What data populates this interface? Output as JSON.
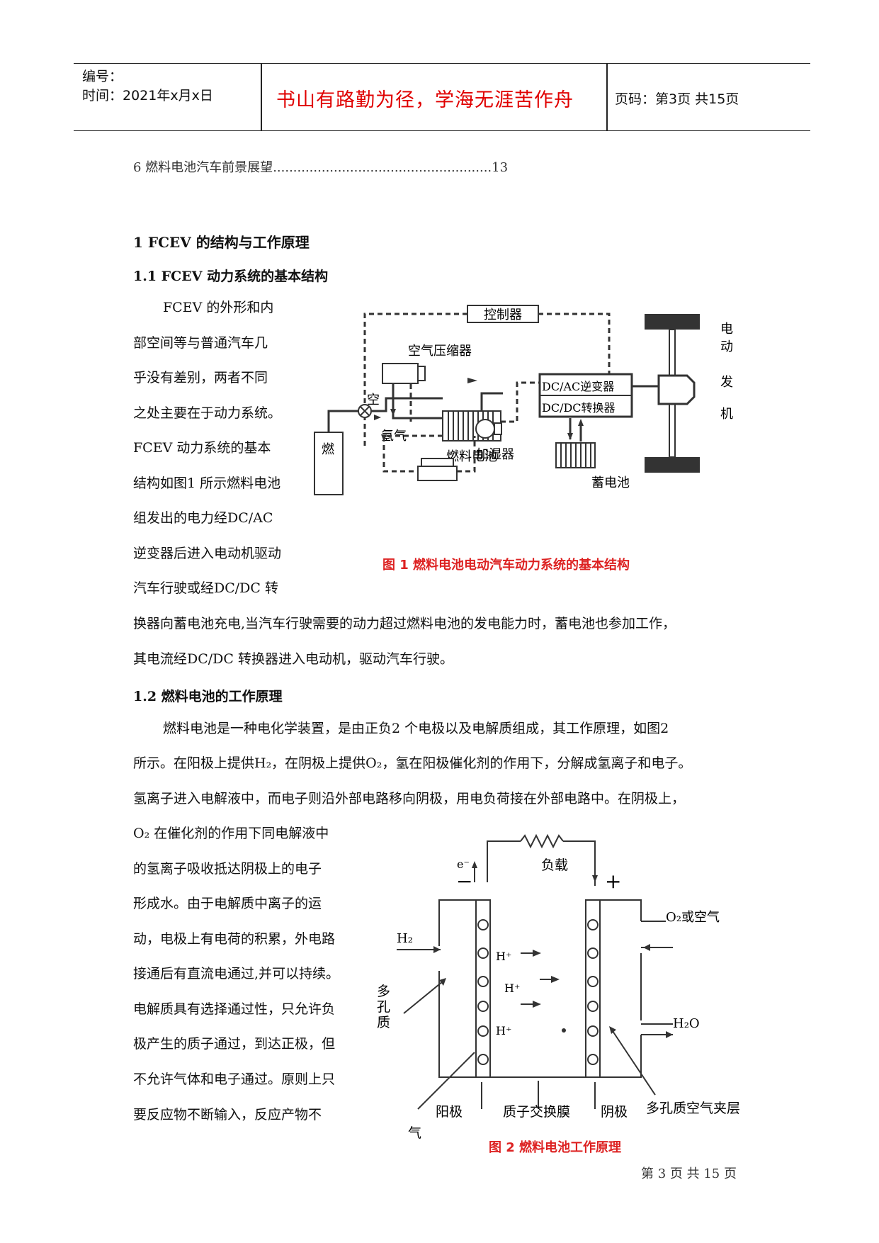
{
  "header": {
    "serial_label": "编号：",
    "time_label": "时间：2021年x月x日",
    "motto": "书山有路勤为径，学海无涯苦作舟",
    "page_label": "页码：第3页  共15页"
  },
  "toc": {
    "entry": "6 燃料电池汽车前景展望",
    "dots": "......................................................",
    "page": "13"
  },
  "section1": {
    "heading": "1 FCEV 的结构与工作原理",
    "sub1": "1.1 FCEV 动力系统的基本结构",
    "p1_lines": [
      "FCEV 的外形和内",
      "部空间等与普通汽车几",
      "乎没有差别，两者不同",
      "之处主要在于动力系统。",
      "FCEV 动力系统的基本",
      "结构如图1 所示燃料电池",
      "组发出的电力经DC/AC",
      "逆变器后进入电动机驱动",
      "汽车行驶或经DC/DC 转"
    ],
    "p1_full": [
      "换器向蓄电池充电,当汽车行驶需要的动力超过燃料电池的发电能力时，蓄电池也参加工作，",
      "其电流经DC/DC 转换器进入电动机，驱动汽车行驶。"
    ],
    "sub2": "1.2 燃料电池的工作原理",
    "p2_full": [
      "燃料电池是一种电化学装置，是由正负2 个电极以及电解质组成，其工作原理，如图2",
      "所示。在阳极上提供H₂，在阴极上提供O₂，氢在阳极催化剂的作用下，分解成氢离子和电子。",
      "氢离子进入电解液中，而电子则沿外部电路移向阴极，用电负荷接在外部电路中。在阴极上，"
    ],
    "p2_lines": [
      "O₂ 在催化剂的作用下同电解液中",
      "的氢离子吸收抵达阴极上的电子",
      "形成水。由于电解质中离子的运",
      "动，电极上有电荷的积累，外电路",
      "接通后有直流电通过,并可以持续。",
      "电解质具有选择通过性，只允许负",
      "极产生的质子通过，到达正极，但",
      "不允许气体和电子通过。原则上只",
      "要反应物不断输入，反应产物不"
    ]
  },
  "figure1": {
    "caption": "图 1   燃料电池电动汽车动力系统的基本结构",
    "labels": {
      "controller": "控制器",
      "air_compressor": "空气压缩器",
      "air": "空",
      "hydrogen": "氢气",
      "fuel_tank": "燃",
      "fuel_cell": "燃料电池",
      "humidifier": "加湿器",
      "inverter": "DC/AC逆变器",
      "converter": "DC/DC转换器",
      "battery": "蓄电池",
      "motor": [
        "电",
        "动",
        "发",
        "机"
      ]
    }
  },
  "figure2": {
    "caption": "图 2   燃料电池工作原理",
    "labels": {
      "electron": "e⁻",
      "load": "负载",
      "minus": "−",
      "plus": "+",
      "h2": "H₂",
      "o2_or_air": "O₂或空气",
      "h_plus": "H⁺",
      "porous": [
        "多",
        "孔",
        "质"
      ],
      "h2o": "H₂O",
      "anode": "阳极",
      "membrane": "质子交换膜",
      "cathode": "阴极",
      "porous_air_layer": "多孔质空气夹层",
      "gas": "气"
    }
  },
  "footer": {
    "page": "第 3 页 共 15 页"
  }
}
